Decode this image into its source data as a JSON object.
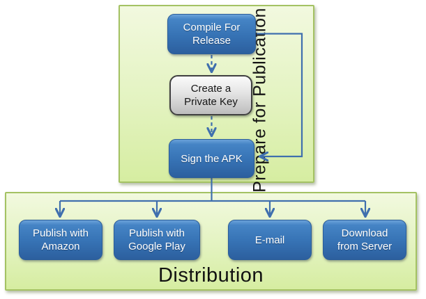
{
  "prepare_section": {
    "title": "Prepare for Publication"
  },
  "distribution_section": {
    "title": "Distribution"
  },
  "nodes": {
    "compile": {
      "lines": [
        "Compile For",
        "Release"
      ],
      "style": "blue"
    },
    "key": {
      "lines": [
        "Create a",
        "Private Key"
      ],
      "style": "gray"
    },
    "sign": {
      "lines": [
        "Sign the APK"
      ],
      "style": "blue"
    },
    "amazon": {
      "lines": [
        "Publish with",
        "Amazon"
      ],
      "style": "blue"
    },
    "gplay": {
      "lines": [
        "Publish with",
        "Google Play"
      ],
      "style": "blue"
    },
    "email": {
      "lines": [
        "E-mail"
      ],
      "style": "blue"
    },
    "download": {
      "lines": [
        "Download",
        "from Server"
      ],
      "style": "blue"
    }
  },
  "connections": [
    "Compile For Release -> Create a Private Key (dashed)",
    "Create a Private Key -> Sign the APK (dashed)",
    "Compile For Release -> Sign the APK (solid loop right)",
    "Sign the APK -> Publish with Amazon",
    "Sign the APK -> Publish with Google Play",
    "Sign the APK -> E-mail",
    "Sign the APK -> Download from Server"
  ],
  "colors": {
    "node_blue_top": "#6ba2d9",
    "node_blue_bottom": "#2c5f9e",
    "node_blue_border": "#2b5d99",
    "node_gray_top": "#fbfbfb",
    "node_gray_bottom": "#bdbdbd",
    "node_gray_border": "#404040",
    "panel_fill_top": "#f2f9df",
    "panel_fill_bottom": "#d6eda1",
    "panel_border": "#a4c263",
    "connector_blue": "#3f6fae",
    "node_text_light": "#ffffff",
    "label_text_dark": "#111111"
  }
}
